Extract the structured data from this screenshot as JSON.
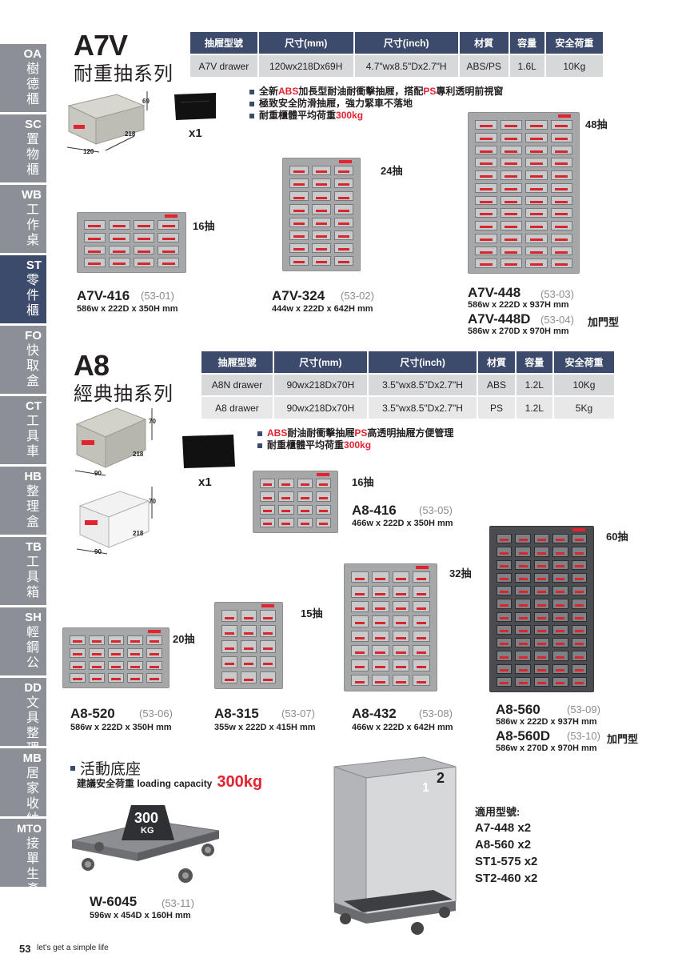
{
  "sidebar": [
    {
      "code": "OA",
      "cn": "樹德櫃"
    },
    {
      "code": "SC",
      "cn": "置物櫃"
    },
    {
      "code": "WB",
      "cn": "工作桌"
    },
    {
      "code": "ST",
      "cn": "零件櫃"
    },
    {
      "code": "FO",
      "cn": "快取盒"
    },
    {
      "code": "CT",
      "cn": "工具車"
    },
    {
      "code": "HB",
      "cn": "整理盒"
    },
    {
      "code": "TB",
      "cn": "工具箱"
    },
    {
      "code": "SH",
      "cn": "輕鋼公"
    },
    {
      "code": "DD",
      "cn": "文具整理"
    },
    {
      "code": "MB",
      "cn": "居家收納"
    },
    {
      "code": "MTO",
      "cn": "接單生產"
    }
  ],
  "a7v": {
    "title": "A7V",
    "subtitle": "耐重抽系列",
    "table": {
      "headers": [
        "抽屜型號",
        "尺寸(mm)",
        "尺寸(inch)",
        "材質",
        "容量",
        "安全荷重"
      ],
      "rows": [
        [
          "A7V drawer",
          "120wx218Dx69H",
          "4.7\"wx8.5\"Dx2.7\"H",
          "ABS/PS",
          "1.6L",
          "10Kg"
        ]
      ]
    },
    "bullets": [
      {
        "pre": "全新",
        "hl": "ABS",
        "mid": "加長型耐油耐衝擊抽屜，搭配",
        "hl2": "PS",
        "post": "專利透明前視窗"
      },
      {
        "pre": "極致安全防滑抽屜，強力緊車不落地",
        "hl": "",
        "mid": "",
        "hl2": "",
        "post": ""
      },
      {
        "pre": "耐重櫃體平均荷重",
        "hl": "300kg",
        "mid": "",
        "hl2": "",
        "post": ""
      }
    ],
    "drawer_dims": {
      "h": "69",
      "d": "218",
      "w": "120"
    },
    "x1": "x1",
    "products": [
      {
        "name": "A7V-416",
        "code": "(53-01)",
        "dim": "586w x 222D x 350H mm",
        "drawers": "16抽"
      },
      {
        "name": "A7V-324",
        "code": "(53-02)",
        "dim": "444w x 222D x 642H mm",
        "drawers": "24抽"
      },
      {
        "name": "A7V-448",
        "code": "(53-03)",
        "dim": "586w x 222D x 937H mm",
        "drawers": "48抽"
      },
      {
        "name": "A7V-448D",
        "code": "(53-04)",
        "dim": "586w x 270D x 970H mm",
        "suffix": "加門型"
      }
    ]
  },
  "a8": {
    "title": "A8",
    "subtitle": "經典抽系列",
    "table": {
      "headers": [
        "抽屜型號",
        "尺寸(mm)",
        "尺寸(inch)",
        "材質",
        "容量",
        "安全荷重"
      ],
      "rows": [
        [
          "A8N drawer",
          "90wx218Dx70H",
          "3.5\"wx8.5\"Dx2.7\"H",
          "ABS",
          "1.2L",
          "10Kg"
        ],
        [
          "A8 drawer",
          "90wx218Dx70H",
          "3.5\"wx8.5\"Dx2.7\"H",
          "PS",
          "1.2L",
          "5Kg"
        ]
      ]
    },
    "bullets": [
      {
        "hl": "ABS",
        "mid": "耐油耐衝擊抽屜 ",
        "hl2": "PS",
        "post": "高透明抽屜方便管理"
      },
      {
        "hl": "",
        "mid": "耐重櫃體平均荷重",
        "hl2": "300kg",
        "post": ""
      }
    ],
    "drawer_dims": {
      "h": "70",
      "d": "218",
      "w": "90"
    },
    "x1": "x1",
    "products": [
      {
        "name": "A8-416",
        "code": "(53-05)",
        "dim": "466w x 222D x 350H mm",
        "drawers": "16抽"
      },
      {
        "name": "A8-520",
        "code": "(53-06)",
        "dim": "586w x 222D x 350H mm",
        "drawers": "20抽"
      },
      {
        "name": "A8-315",
        "code": "(53-07)",
        "dim": "355w x 222D x 415H mm",
        "drawers": "15抽"
      },
      {
        "name": "A8-432",
        "code": "(53-08)",
        "dim": "466w x 222D x 642H mm",
        "drawers": "32抽"
      },
      {
        "name": "A8-560",
        "code": "(53-09)",
        "dim": "586w x 222D x 937H mm",
        "drawers": "60抽"
      },
      {
        "name": "A8-560D",
        "code": "(53-10)",
        "dim": "586w x 270D x 970H mm",
        "suffix": "加門型"
      }
    ]
  },
  "base": {
    "title": "活動底座",
    "capacity_label": "建議安全荷重 loading capacity",
    "capacity_value": "300kg",
    "weight_badge": {
      "num": "300",
      "unit": "KG"
    },
    "product": {
      "name": "W-6045",
      "code": "(53-11)",
      "dim": "596w x 454D x 160H mm"
    },
    "stack_nums": [
      "1",
      "2"
    ],
    "applicable_title": "適用型號:",
    "applicable": [
      "A7-448 x2",
      "A8-560 x2",
      "ST1-575 x2",
      "ST2-460 x2"
    ]
  },
  "footer": {
    "page": "53",
    "slogan": "let's get a simple life"
  },
  "colors": {
    "navy": "#3c4a6b",
    "red": "#e42330",
    "sidebar_gray": "#8c8f96"
  }
}
